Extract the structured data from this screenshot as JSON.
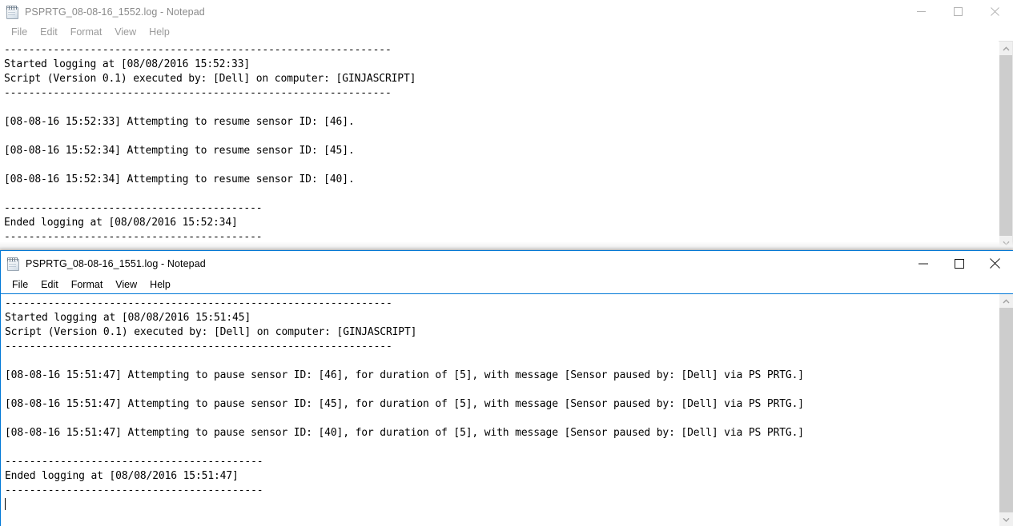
{
  "desktop": {
    "background_color": "#ffffff"
  },
  "windows": [
    {
      "id": "back",
      "active": false,
      "title": "PSPRTG_08-08-16_1552.log - Notepad",
      "icon": "notepad-icon",
      "menu": [
        "File",
        "Edit",
        "Format",
        "View",
        "Help"
      ],
      "controls": {
        "minimize": "minimize-icon",
        "maximize": "maximize-icon",
        "close": "close-icon"
      },
      "scrollbar": {
        "up_arrow": "scroll-up-arrow-icon",
        "down_arrow": "scroll-down-arrow-icon"
      },
      "content_lines": [
        "---------------------------------------------------------------",
        "Started logging at [08/08/2016 15:52:33]",
        "Script (Version 0.1) executed by: [Dell] on computer: [GINJASCRIPT]",
        "---------------------------------------------------------------",
        "",
        "[08-08-16 15:52:33] Attempting to resume sensor ID: [46].",
        "",
        "[08-08-16 15:52:34] Attempting to resume sensor ID: [45].",
        "",
        "[08-08-16 15:52:34] Attempting to resume sensor ID: [40].",
        "",
        "------------------------------------------",
        "Ended logging at [08/08/2016 15:52:34]",
        "------------------------------------------"
      ]
    },
    {
      "id": "front",
      "active": true,
      "title": "PSPRTG_08-08-16_1551.log - Notepad",
      "icon": "notepad-icon",
      "menu": [
        "File",
        "Edit",
        "Format",
        "View",
        "Help"
      ],
      "controls": {
        "minimize": "minimize-icon",
        "maximize": "maximize-icon",
        "close": "close-icon"
      },
      "scrollbar": {
        "up_arrow": "scroll-up-arrow-icon",
        "down_arrow": "scroll-down-arrow-icon"
      },
      "accent_color": "#0078d7",
      "content_lines": [
        "---------------------------------------------------------------",
        "Started logging at [08/08/2016 15:51:45]",
        "Script (Version 0.1) executed by: [Dell] on computer: [GINJASCRIPT]",
        "---------------------------------------------------------------",
        "",
        "[08-08-16 15:51:47] Attempting to pause sensor ID: [46], for duration of [5], with message [Sensor paused by: [Dell] via PS PRTG.]",
        "",
        "[08-08-16 15:51:47] Attempting to pause sensor ID: [45], for duration of [5], with message [Sensor paused by: [Dell] via PS PRTG.]",
        "",
        "[08-08-16 15:51:47] Attempting to pause sensor ID: [40], for duration of [5], with message [Sensor paused by: [Dell] via PS PRTG.]",
        "",
        "------------------------------------------",
        "Ended logging at [08/08/2016 15:51:47]",
        "------------------------------------------"
      ],
      "caret_visible": true
    }
  ]
}
